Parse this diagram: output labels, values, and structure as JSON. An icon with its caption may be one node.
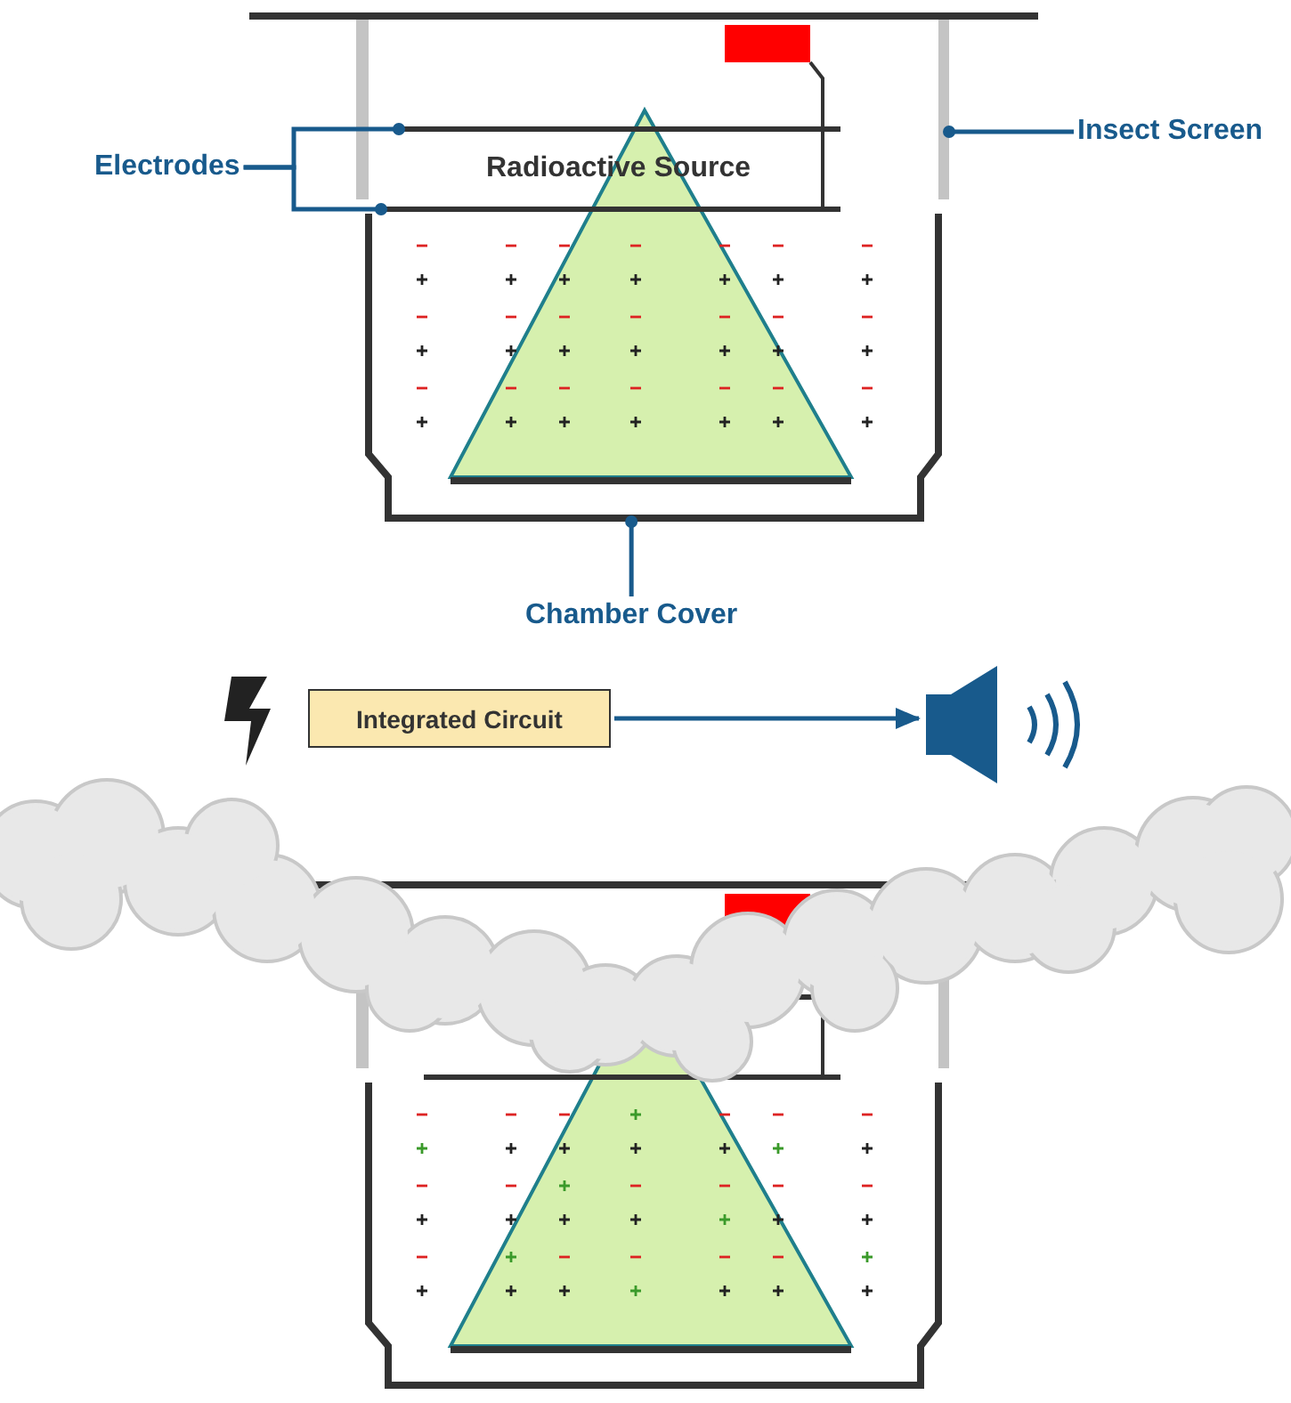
{
  "diagram": {
    "nodes": [
      {
        "text": [
          "Insect Screen"
        ]
      },
      {
        "text": [
          "Electrodes"
        ]
      },
      {
        "text": [],
        "shape": "bar"
      },
      {
        "text": [],
        "shape": "bar"
      },
      {
        "text": [],
        "shape": "bar"
      },
      {
        "text": [],
        "shape": "box"
      },
      {
        "text": [
          "Chamber Cover"
        ]
      },
      {
        "text": [
          "Integrated Circuit"
        ]
      },
      {
        "text": [],
        "shape": "picture"
      }
    ],
    "edges": [
      {
        "from": 0,
        "to": 4,
        "arrow": "other"
      },
      {
        "from": 1,
        "to": 2,
        "arrow": "other"
      },
      {
        "from": 1,
        "to": 3,
        "arrow": "other"
      },
      {
        "from": 6,
        "to": 5,
        "arrow": "other"
      },
      {
        "from": 7,
        "to": 8,
        "arrow": "to"
      }
    ],
    "labels": [
      "Radioactive Source"
    ]
  }
}
